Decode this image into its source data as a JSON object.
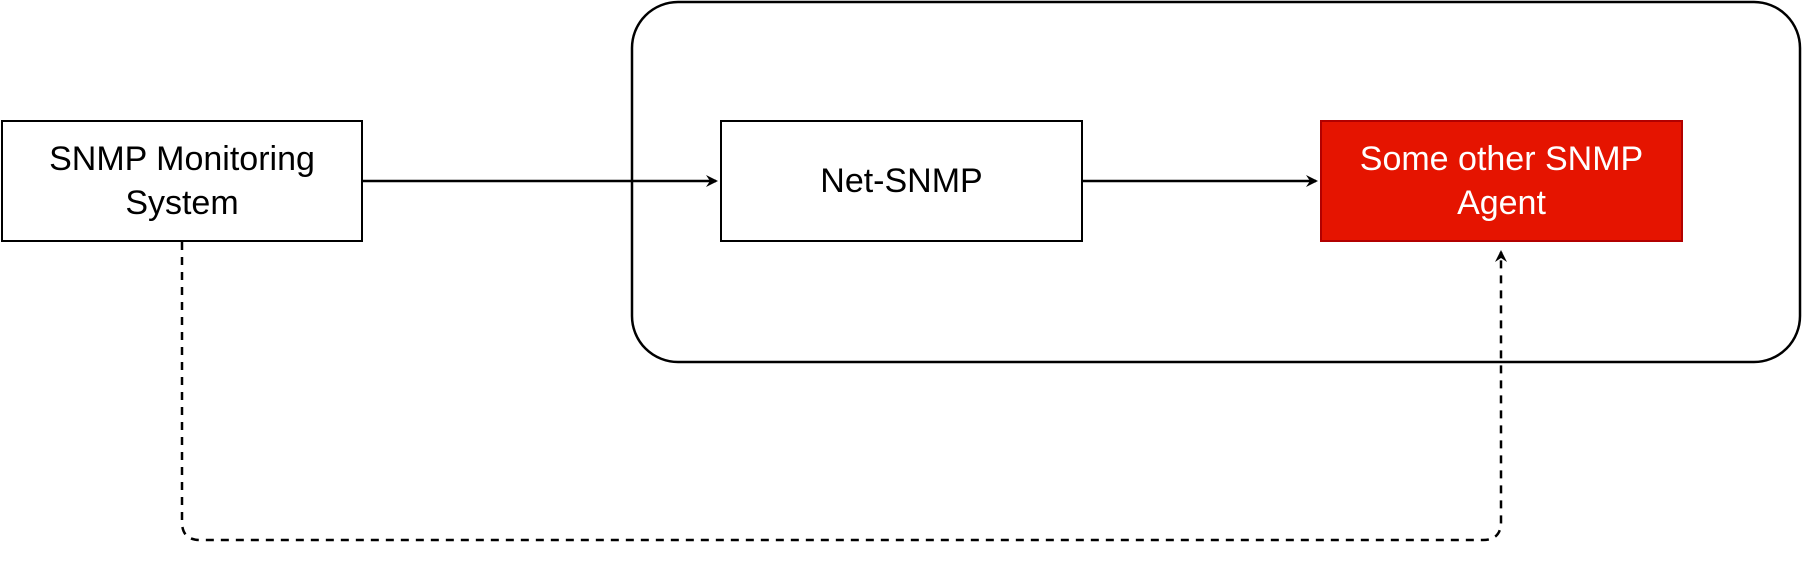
{
  "nodes": {
    "monitoring": {
      "label": "SNMP Monitoring\nSystem"
    },
    "netsnmp": {
      "label": "Net-SNMP"
    },
    "agent": {
      "label": "Some other SNMP\nAgent",
      "fill": "#e51400",
      "stroke": "#b20000",
      "text_color": "#ffffff"
    }
  },
  "edges": [
    {
      "from": "SNMP Monitoring System",
      "to": "Net-SNMP",
      "style": "solid"
    },
    {
      "from": "Net-SNMP",
      "to": "Some other SNMP Agent",
      "style": "solid"
    },
    {
      "from": "SNMP Monitoring System",
      "to": "Some other SNMP Agent",
      "style": "dashed"
    }
  ]
}
